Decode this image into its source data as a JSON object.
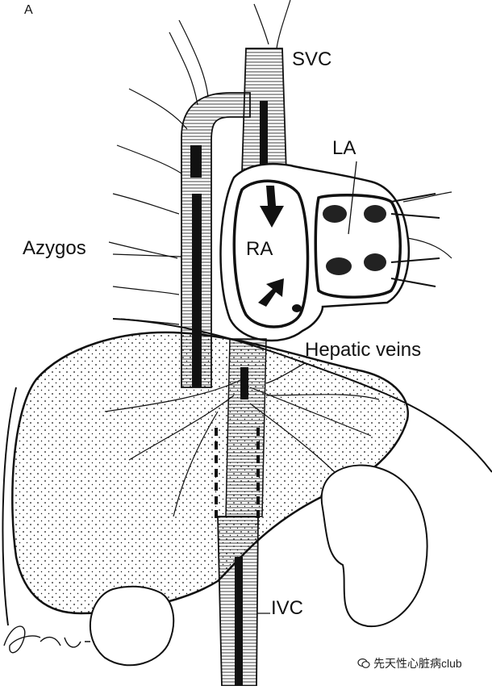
{
  "figure": {
    "panel_label": "A",
    "labels": {
      "svc": "SVC",
      "la": "LA",
      "ra": "RA",
      "azygos": "Azygos",
      "hepatic_veins": "Hepatic veins",
      "ivc": "IVC"
    },
    "signature": "Pdaris",
    "watermark": "先天性心脏病club"
  },
  "colors": {
    "ink": "#111111",
    "paper": "#ffffff"
  }
}
